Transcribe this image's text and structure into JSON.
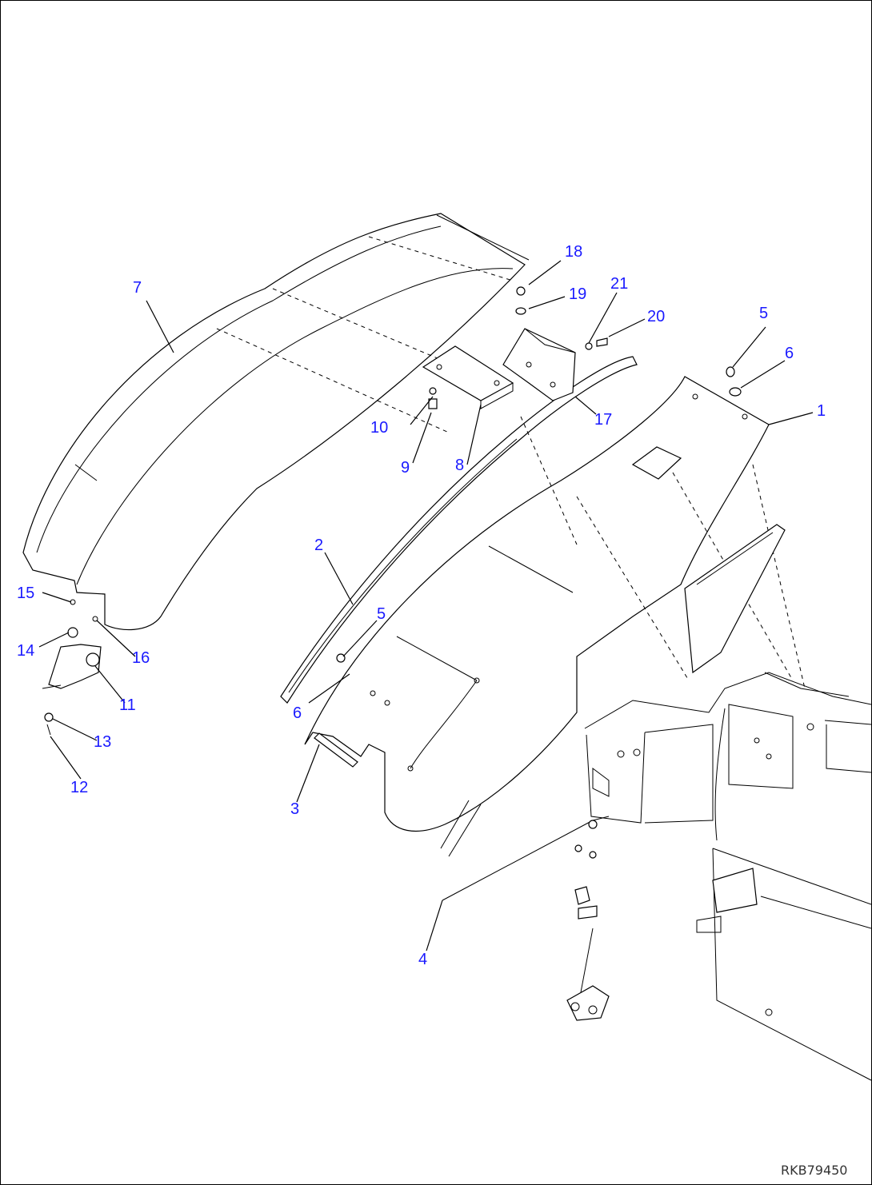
{
  "drawing_ref": "RKB79450",
  "callouts": {
    "c1": "1",
    "c2": "2",
    "c3": "3",
    "c4": "4",
    "c5a": "5",
    "c5b": "5",
    "c6a": "6",
    "c6b": "6",
    "c7": "7",
    "c8": "8",
    "c9": "9",
    "c10": "10",
    "c11": "11",
    "c12": "12",
    "c13": "13",
    "c14": "14",
    "c15": "15",
    "c16": "16",
    "c17": "17",
    "c18": "18",
    "c19": "19",
    "c20": "20",
    "c21": "21"
  },
  "colors": {
    "callout": "#1a1aff",
    "line": "#000000"
  }
}
